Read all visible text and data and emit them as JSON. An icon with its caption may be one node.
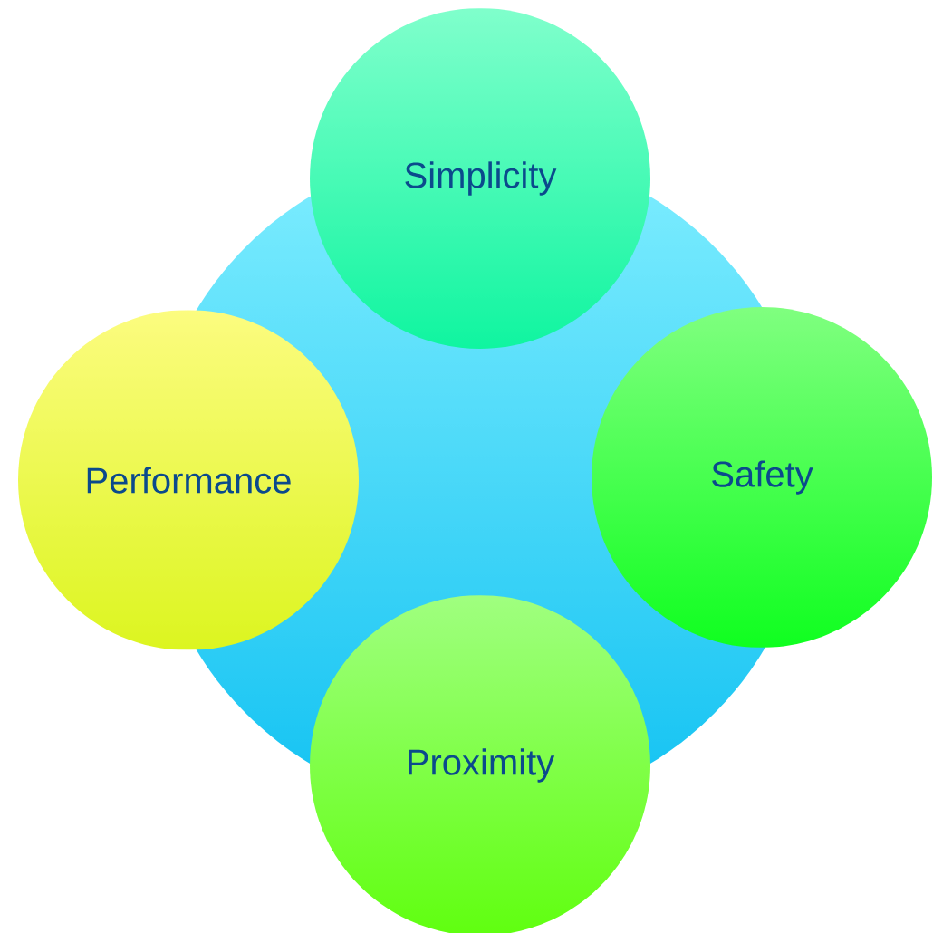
{
  "diagram": {
    "nodes": [
      {
        "text": [
          "Simplicity"
        ]
      },
      {
        "text": [
          "Performance"
        ]
      },
      {
        "text": [
          "Safety"
        ]
      },
      {
        "text": [
          "Proximity"
        ]
      }
    ]
  }
}
